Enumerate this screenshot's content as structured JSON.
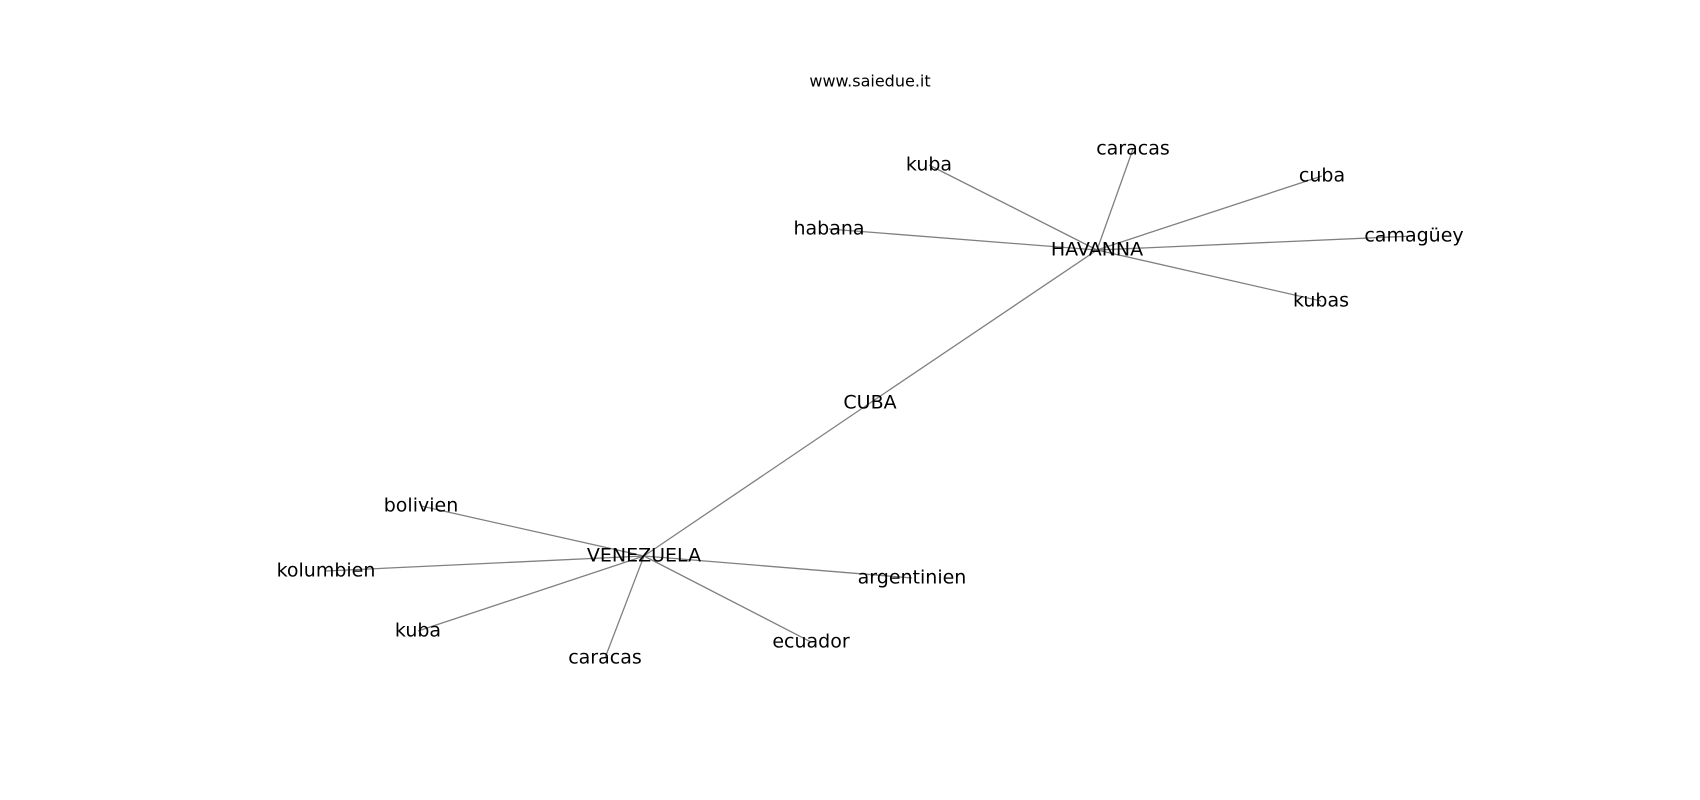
{
  "watermark": "www.saiedue.it",
  "graph": {
    "nodes": [
      {
        "id": "cuba_root",
        "label": "CUBA"
      },
      {
        "id": "havanna",
        "label": "HAVANNA"
      },
      {
        "id": "venezuela",
        "label": "VENEZUELA"
      },
      {
        "id": "h_kuba",
        "label": "kuba"
      },
      {
        "id": "h_caracas",
        "label": "caracas"
      },
      {
        "id": "h_cuba",
        "label": "cuba"
      },
      {
        "id": "h_habana",
        "label": "habana"
      },
      {
        "id": "h_camaguey",
        "label": "camagüey"
      },
      {
        "id": "h_kubas",
        "label": "kubas"
      },
      {
        "id": "v_bolivien",
        "label": "bolivien"
      },
      {
        "id": "v_kolumbien",
        "label": "kolumbien"
      },
      {
        "id": "v_argentinien",
        "label": "argentinien"
      },
      {
        "id": "v_kuba",
        "label": "kuba"
      },
      {
        "id": "v_caracas",
        "label": "caracas"
      },
      {
        "id": "v_ecuador",
        "label": "ecuador"
      }
    ],
    "edges": [
      [
        "cuba_root",
        "havanna"
      ],
      [
        "cuba_root",
        "venezuela"
      ],
      [
        "havanna",
        "h_kuba"
      ],
      [
        "havanna",
        "h_caracas"
      ],
      [
        "havanna",
        "h_cuba"
      ],
      [
        "havanna",
        "h_habana"
      ],
      [
        "havanna",
        "h_camaguey"
      ],
      [
        "havanna",
        "h_kubas"
      ],
      [
        "venezuela",
        "v_bolivien"
      ],
      [
        "venezuela",
        "v_kolumbien"
      ],
      [
        "venezuela",
        "v_argentinien"
      ],
      [
        "venezuela",
        "v_kuba"
      ],
      [
        "venezuela",
        "v_caracas"
      ],
      [
        "venezuela",
        "v_ecuador"
      ]
    ]
  }
}
